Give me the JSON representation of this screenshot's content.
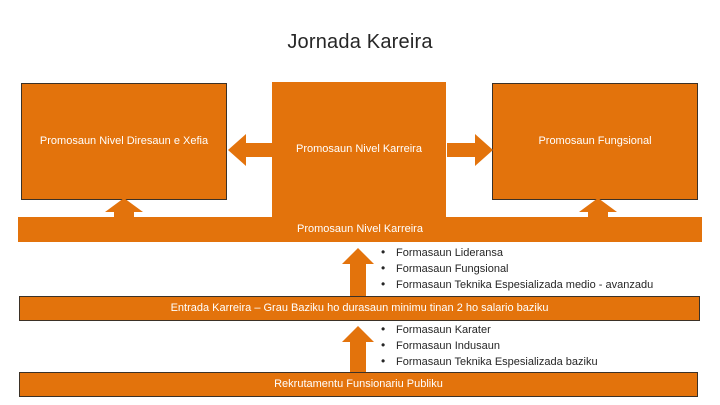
{
  "title": "Jornada Kareira",
  "colors": {
    "accent_orange": "#E3730C",
    "border_dark": "#3b3127",
    "text_light": "#ffffff",
    "text_dark": "#262626",
    "background": "#ffffff"
  },
  "boxes": {
    "left": "Promosaun Nivel Diresaun e Xefia",
    "center": "Promosaun Nivel Karreira",
    "right": "Promosaun Fungsional"
  },
  "bars": {
    "promosaun_nivel_karreira": "Promosaun Nivel Karreira",
    "entrada_karreira": "Entrada Karreira – Grau Baziku ho durasaun minimu tinan 2 ho salario baziku",
    "rekrutamentu": "Rekrutamentu Funsionariu Publiku"
  },
  "bullets_upper": [
    "Formasaun Lideransa",
    "Formasaun Fungsional",
    "Formasaun Teknika Espesializada medio - avanzadu"
  ],
  "bullets_lower": [
    "Formasaun Karater",
    "Formasaun Indusaun",
    "Formasaun Teknika Espesializada baziku"
  ],
  "arrows": {
    "left_arrow": "arrow-left-icon",
    "right_arrow": "arrow-right-icon",
    "up_arrow_left": "arrow-up-icon",
    "up_arrow_right": "arrow-up-icon",
    "up_arrow_mid_upper": "arrow-up-icon",
    "up_arrow_mid_lower": "arrow-up-icon"
  }
}
